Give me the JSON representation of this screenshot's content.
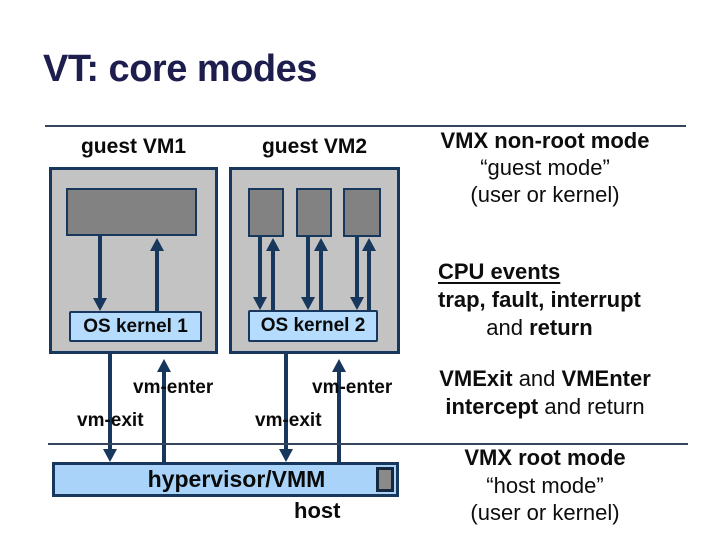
{
  "title": "VT: core modes",
  "diagram": {
    "guest_vm1_label": "guest VM1",
    "guest_vm2_label": "guest VM2",
    "os_kernel1": "OS kernel 1",
    "os_kernel2": "OS kernel 2",
    "vm_enter": "vm-enter",
    "vm_exit": "vm-exit",
    "hypervisor": "hypervisor/VMM",
    "host": "host"
  },
  "annotations": {
    "vmx_nonroot": {
      "title": "VMX non-root mode",
      "subtitle": "“guest mode”",
      "detail": "(user or kernel)"
    },
    "cpu_events": {
      "heading": "CPU events",
      "line2": "trap, fault, interrupt",
      "line3_prefix": "and ",
      "line3_bold": "return"
    },
    "vm_transitions": {
      "bold1": "VMExit",
      "mid1": " and ",
      "bold2": "VMEnter",
      "bold3": "intercept",
      "tail": " and return"
    },
    "vmx_root": {
      "title": "VMX root mode",
      "subtitle": "“host mode”",
      "detail": "(user or kernel)"
    }
  },
  "colors": {
    "title_text": "#1e1e4e",
    "navy_border": "#17375d",
    "box_gray": "#c3c3c3",
    "process_gray": "#828282",
    "kernel_blue": "#b5dcfc",
    "hypervisor_blue": "#a9d3f9",
    "divider": "#33465c",
    "text_black": "#0d0d0d"
  }
}
